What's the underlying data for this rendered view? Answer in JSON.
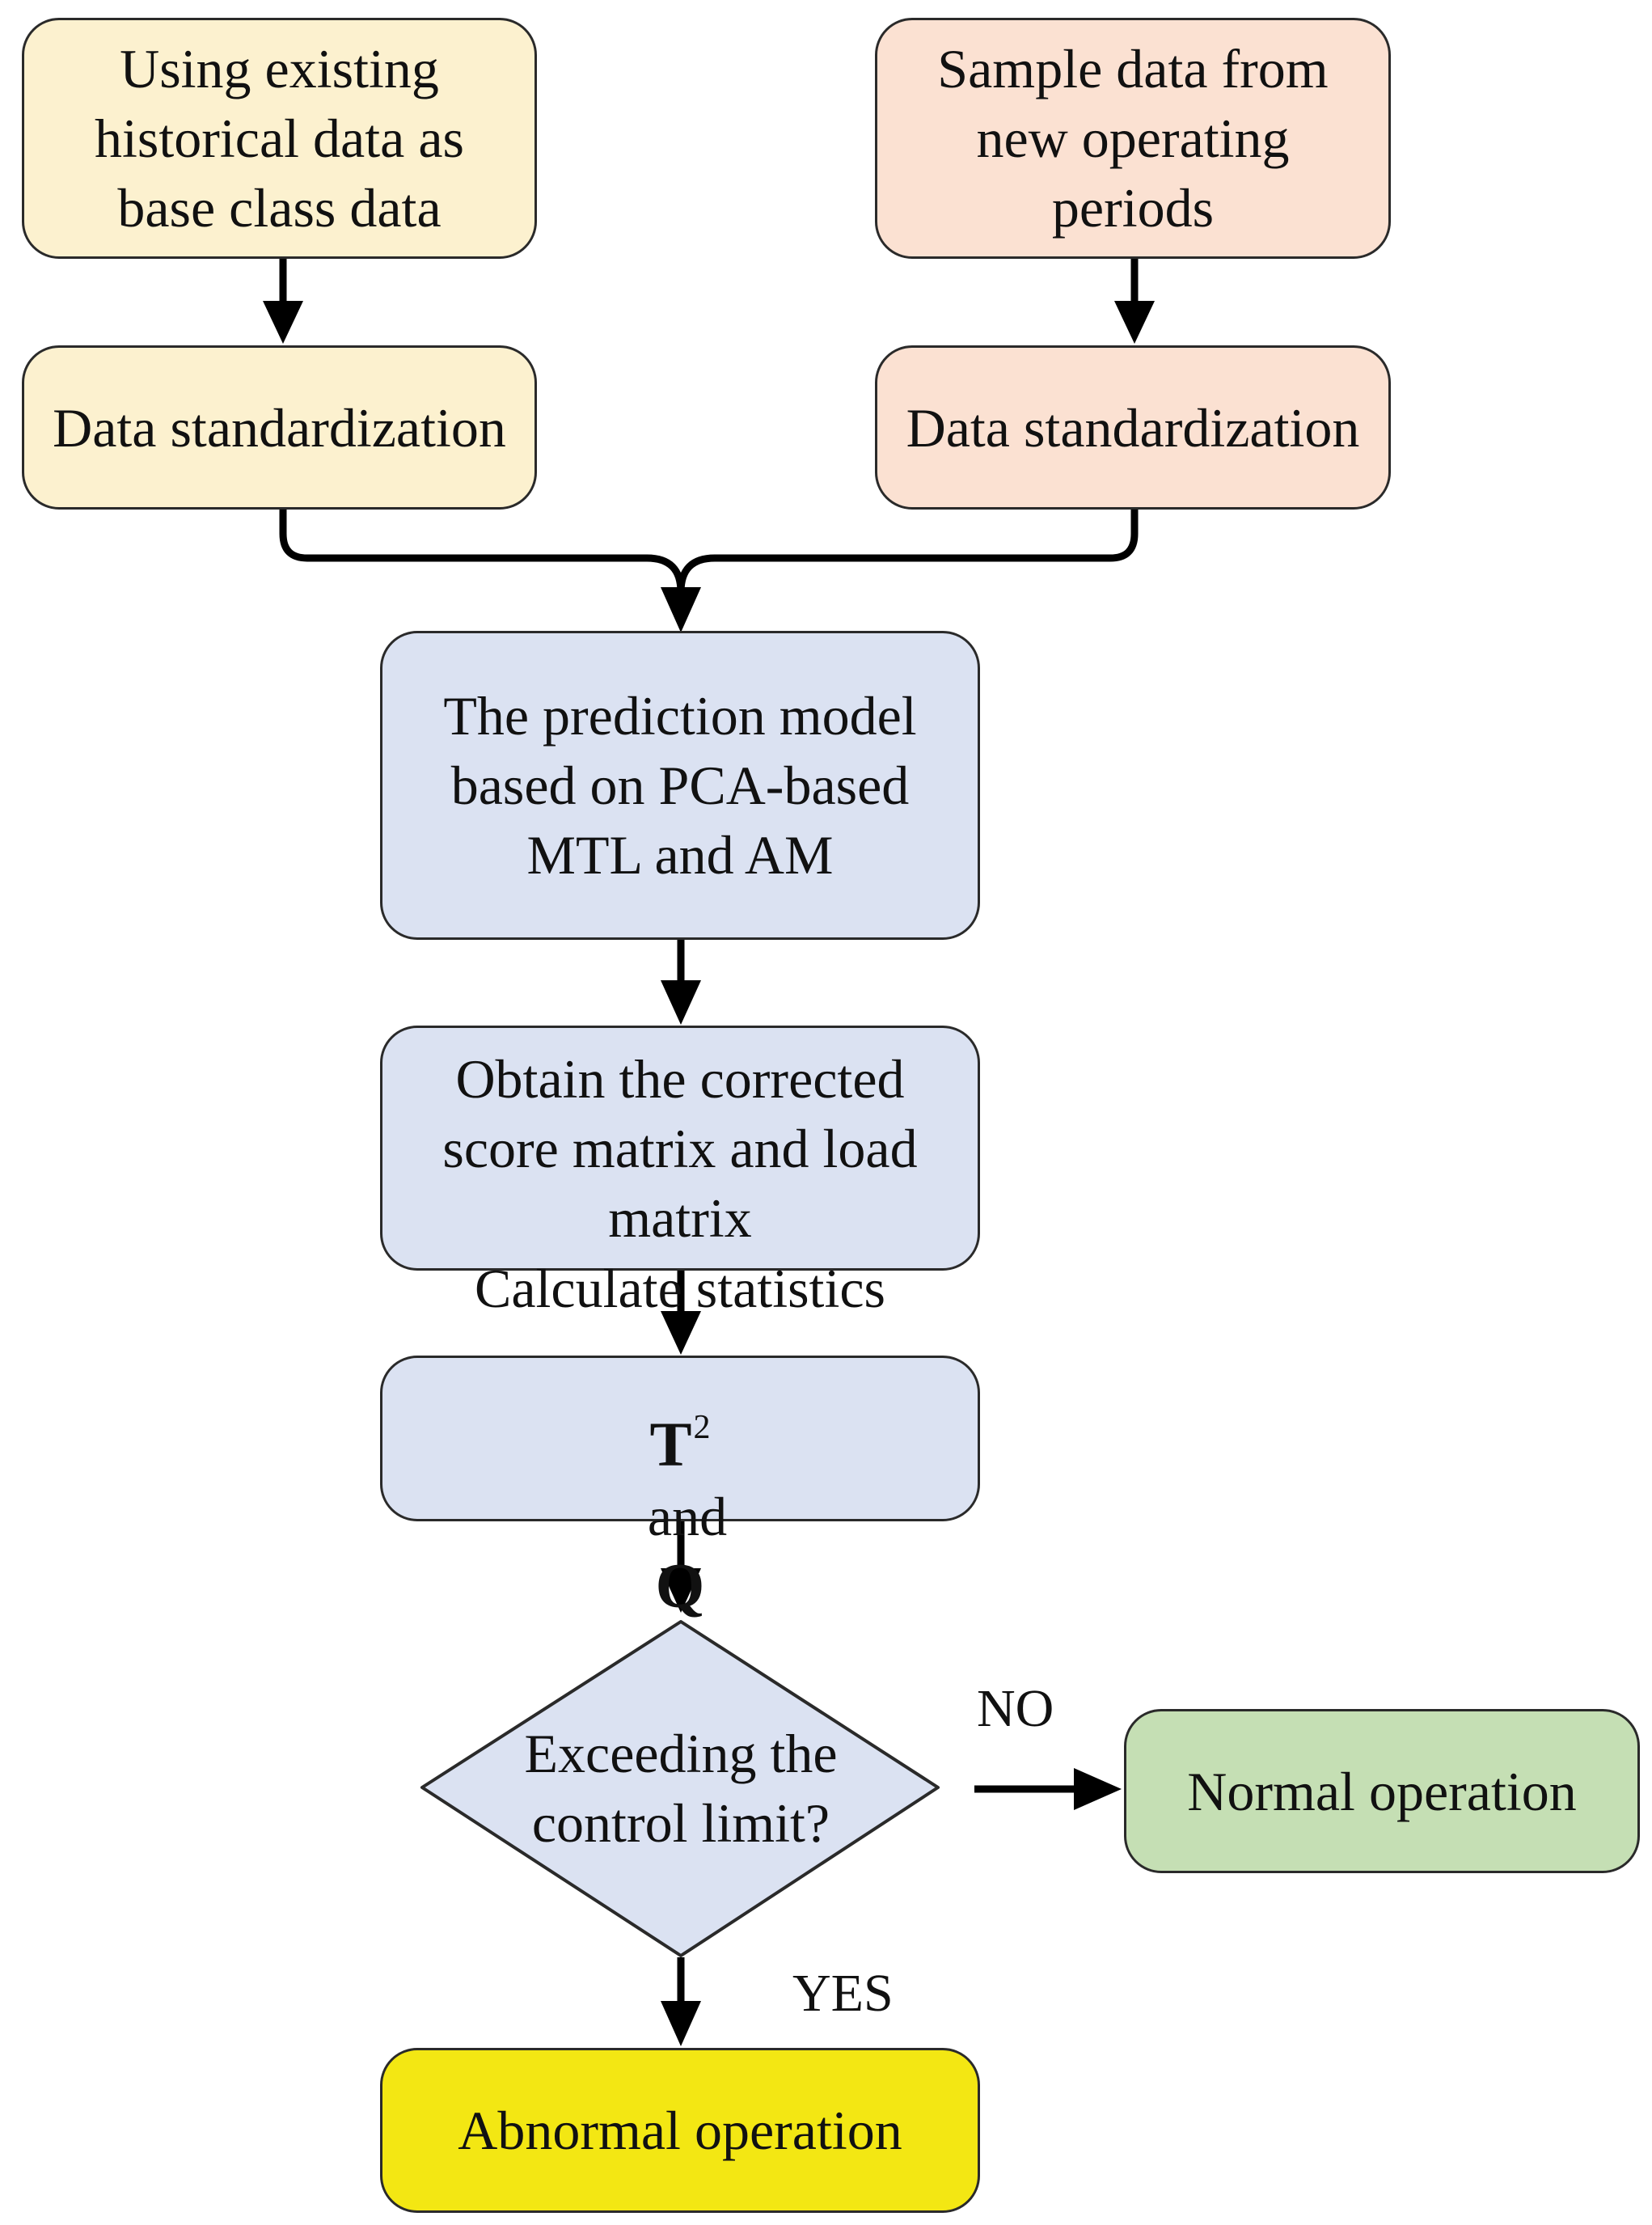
{
  "nodes": {
    "historical": {
      "text": "Using existing\nhistorical data as\nbase class data",
      "fill": "#FCF1CF"
    },
    "sample": {
      "text": "Sample data from\nnew operating\nperiods",
      "fill": "#FBE1D2"
    },
    "standardize_left": {
      "text": "Data standardization",
      "fill": "#FCF1CF"
    },
    "standardize_right": {
      "text": "Data standardization",
      "fill": "#FBE1D2"
    },
    "prediction_model": {
      "text": "The prediction model\nbased on PCA-based\nMTL and AM",
      "fill": "#DBE2F2"
    },
    "corrected_matrix": {
      "text": "Obtain the corrected\nscore matrix and load\nmatrix",
      "fill": "#DBE2F2"
    },
    "statistics": {
      "line1": "Calculate statistics",
      "sym_t": "T",
      "sup": "2",
      "and": "and",
      "sym_q": "Q",
      "fill": "#DBE2F2"
    },
    "decision": {
      "text": "Exceeding the\ncontrol limit?",
      "fill": "#DBE2F2"
    },
    "normal": {
      "text": "Normal operation",
      "fill": "#C5DFB4"
    },
    "abnormal": {
      "text": "Abnormal operation",
      "fill": "#F3E713"
    }
  },
  "edge_labels": {
    "no": "NO",
    "yes": "YES"
  },
  "colors": {
    "stroke": "#2a2a2a",
    "arrow": "#000000"
  }
}
